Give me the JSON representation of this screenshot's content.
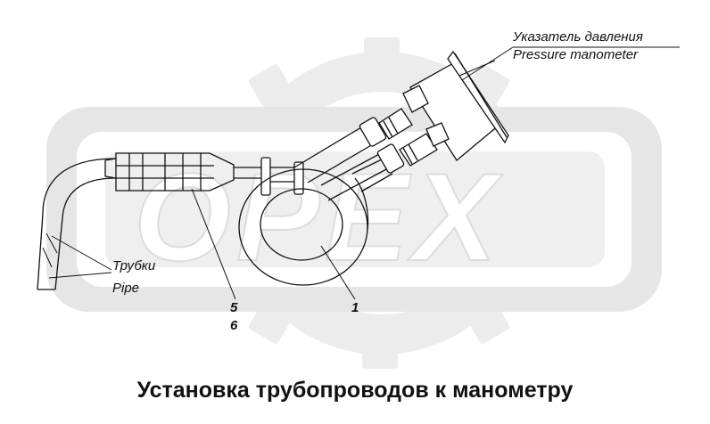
{
  "labels": {
    "pressure_ru": "Указатель давления",
    "pressure_en": "Pressure manometer",
    "pipes_ru": "Трубки",
    "pipes_en": "Pipe",
    "part_5": "5",
    "part_6": "6",
    "part_1": "1"
  },
  "watermark": {
    "text": "OPEX",
    "color": "#e3e3e3"
  },
  "caption": "Установка трубопроводов к манометру",
  "colors": {
    "line": "#111111",
    "background": "#ffffff"
  }
}
